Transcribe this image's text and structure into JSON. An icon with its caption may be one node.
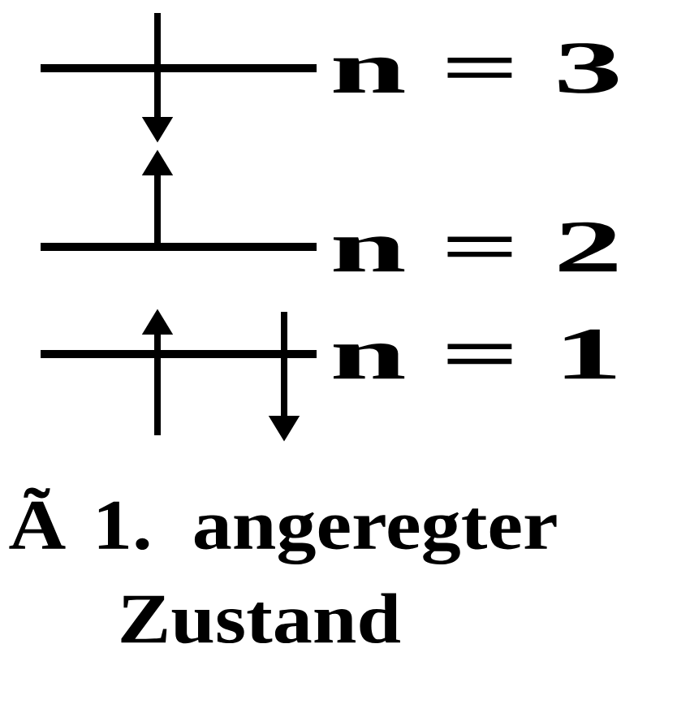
{
  "diagram": {
    "caption": "Ã 1. angeregter Zustand",
    "labels": [
      "n = 3",
      "n = 2",
      "n = 1"
    ]
  }
}
